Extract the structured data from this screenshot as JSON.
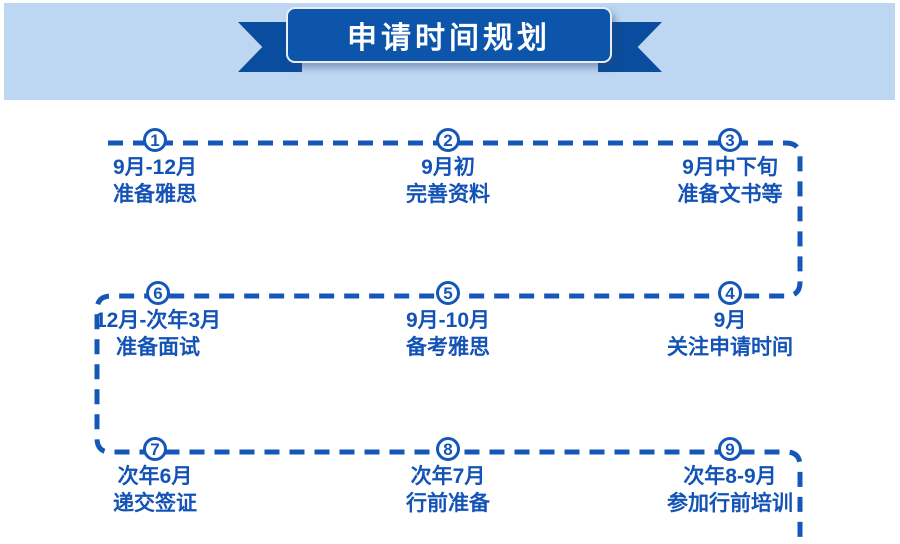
{
  "header": {
    "title": "申请时间规划"
  },
  "steps": [
    {
      "number": "1",
      "date": "9月-12月",
      "task": "准备雅思"
    },
    {
      "number": "2",
      "date": "9月初",
      "task": "完善资料"
    },
    {
      "number": "3",
      "date": "9月中下旬",
      "task": "准备文书等"
    },
    {
      "number": "4",
      "date": "9月",
      "task": "关注申请时间"
    },
    {
      "number": "5",
      "date": "9月-10月",
      "task": "备考雅思"
    },
    {
      "number": "6",
      "date": "12月-次年3月",
      "task": "准备面试"
    },
    {
      "number": "7",
      "date": "次年6月",
      "task": "递交签证"
    },
    {
      "number": "8",
      "date": "次年7月",
      "task": "行前准备"
    },
    {
      "number": "9",
      "date": "次年8-9月",
      "task": "参加行前培训"
    }
  ],
  "colors": {
    "header_band": "#bdd6f1",
    "ribbon": "#0d55ab",
    "ribbon_wing": "#0a4d9e",
    "connector_line": "#1457b8",
    "step_text": "#1453b6"
  }
}
